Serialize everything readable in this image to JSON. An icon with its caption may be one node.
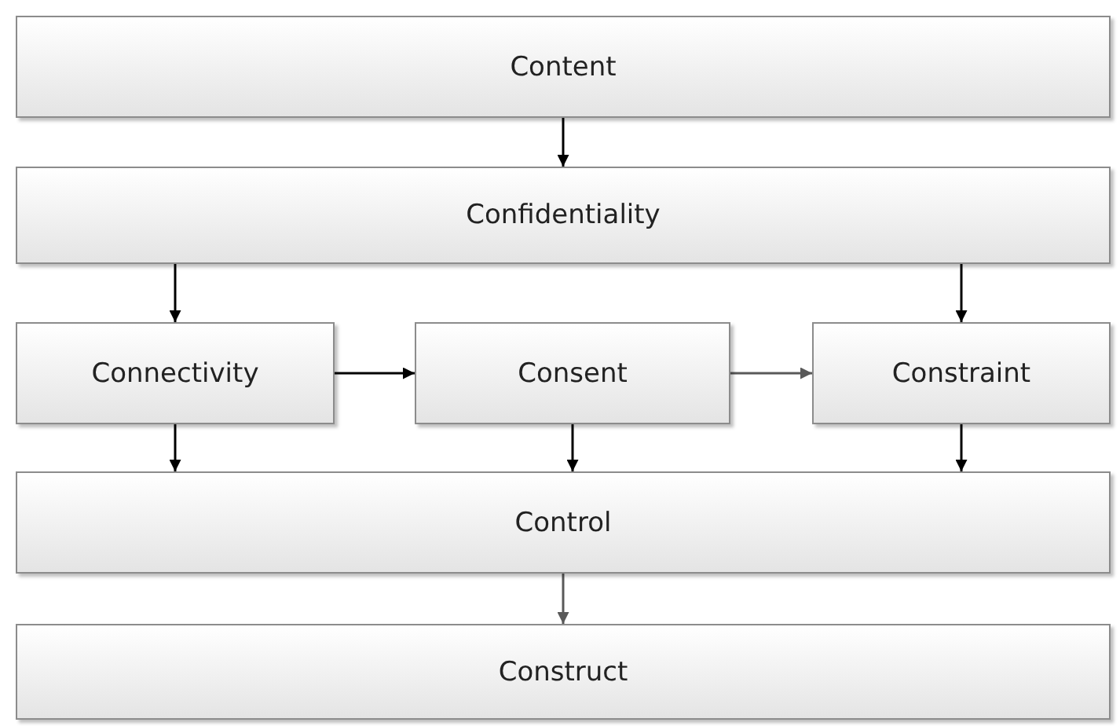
{
  "diagram": {
    "nodes": [
      {
        "text": [
          "Content"
        ]
      },
      {
        "text": [
          "Confidentiality"
        ]
      },
      {
        "text": [
          "Connectivity"
        ]
      },
      {
        "text": [
          "Consent"
        ]
      },
      {
        "text": [
          "Constraint"
        ]
      },
      {
        "text": [
          "Control"
        ]
      },
      {
        "text": [
          "Construct"
        ]
      }
    ],
    "edges": [
      {
        "from": 0,
        "to": 1,
        "arrow": "to"
      },
      {
        "from": 1,
        "to": 2,
        "arrow": "to"
      },
      {
        "from": 1,
        "to": 4,
        "arrow": "to"
      },
      {
        "from": 2,
        "to": 3,
        "arrow": "to"
      },
      {
        "from": 3,
        "to": 4,
        "arrow": "to",
        "color": "#595959"
      },
      {
        "from": 2,
        "to": 5,
        "arrow": "to"
      },
      {
        "from": 3,
        "to": 5,
        "arrow": "to"
      },
      {
        "from": 4,
        "to": 5,
        "arrow": "to"
      },
      {
        "from": 5,
        "to": 6,
        "arrow": "to",
        "color": "#595959"
      }
    ]
  }
}
